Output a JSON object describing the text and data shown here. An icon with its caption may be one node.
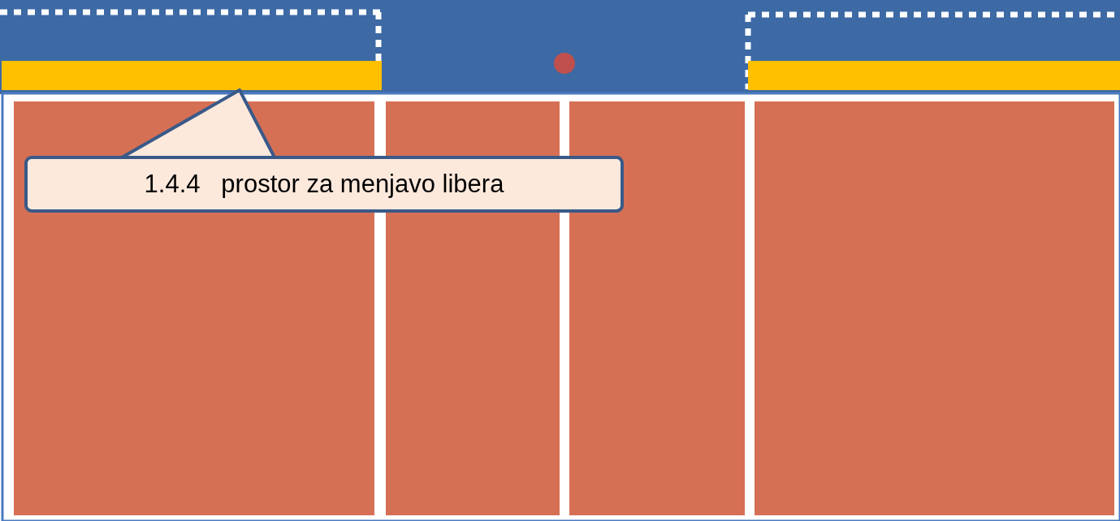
{
  "diagram": {
    "nodes": [
      {
        "text": [],
        "shape": "bar"
      },
      {
        "text": [
          "1.4.4   prostor za menjavo libera"
        ]
      }
    ],
    "edges": [
      {
        "from": 1,
        "to": 0,
        "arrow": "none"
      }
    ]
  }
}
